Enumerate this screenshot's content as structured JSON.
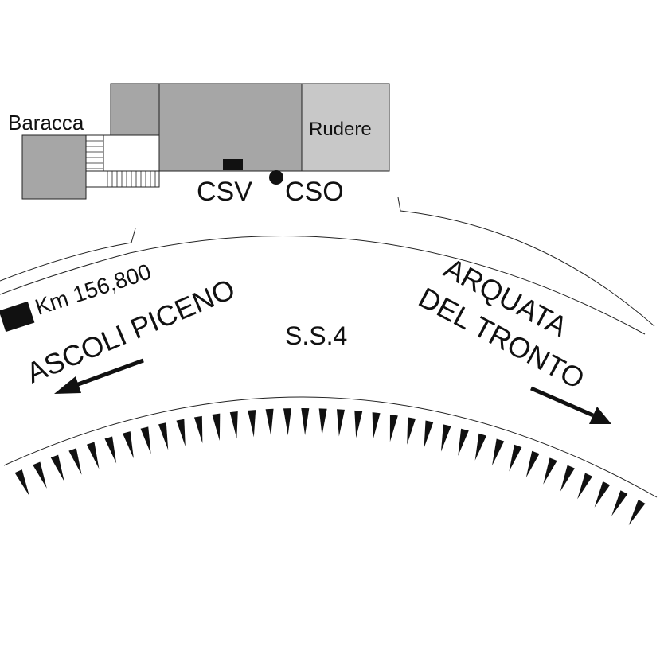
{
  "map": {
    "labels": {
      "baracca": "Baracca",
      "rudere": "Rudere",
      "csv": "CSV",
      "cso": "CSO",
      "km": "Km 156,800",
      "ascoli": "ASCOLI PICENO",
      "road": "S.S.4",
      "arquata_1": "ARQUATA",
      "arquata_2": "DEL TRONTO"
    },
    "colors": {
      "building_dark": "#a6a6a6",
      "building_light": "#c8c8c8",
      "stroke": "#222222",
      "ink": "#111111"
    },
    "icons": {
      "csv": "black-square-station-marker",
      "cso": "black-dot-station-marker",
      "km": "black-square-kilometre-marker",
      "arrow_left": "arrow-left",
      "arrow_right": "arrow-right",
      "embankment": "slope-hachures"
    }
  }
}
